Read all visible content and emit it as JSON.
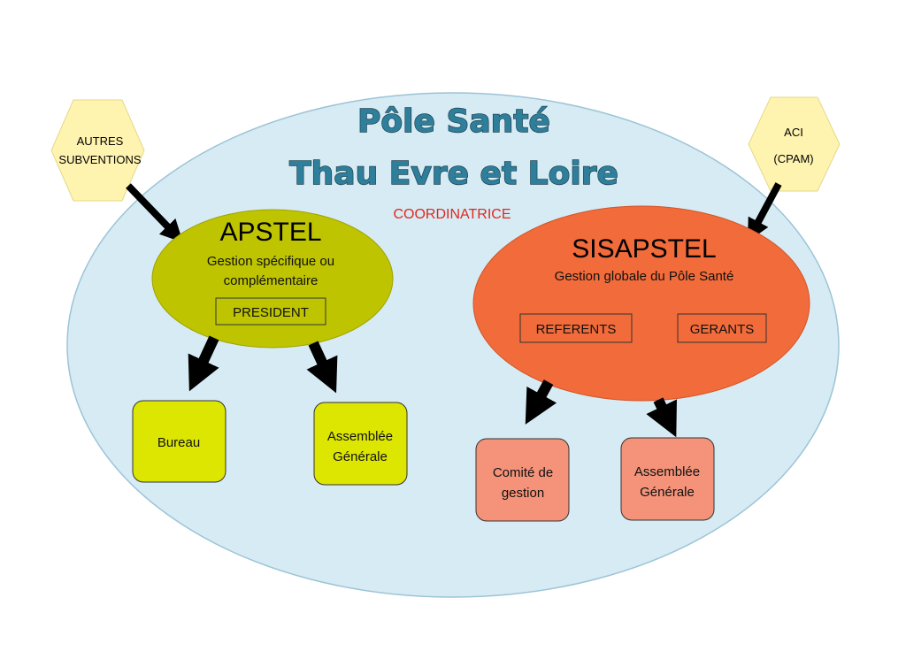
{
  "title": {
    "line1": "Pôle Santé",
    "line2": "Thau Evre et Loire"
  },
  "coordinator_label": "COORDINATRICE",
  "funding": {
    "left": {
      "line1": "AUTRES",
      "line2": "SUBVENTIONS"
    },
    "right": {
      "line1": "ACI",
      "line2": "(CPAM)"
    }
  },
  "apstel": {
    "name": "APSTEL",
    "description_line1": "Gestion spécifique ou",
    "description_line2": "complémentaire",
    "role": "PRESIDENT",
    "children": [
      {
        "line1": "Bureau",
        "line2": ""
      },
      {
        "line1": "Assemblée",
        "line2": "Générale"
      }
    ]
  },
  "sisapstel": {
    "name": "SISAPSTEL",
    "description": "Gestion globale du Pôle Santé",
    "roles": [
      "REFERENTS",
      "GERANTS"
    ],
    "children": [
      {
        "line1": "Comité de",
        "line2": "gestion"
      },
      {
        "line1": "Assemblée",
        "line2": "Générale"
      }
    ]
  },
  "colors": {
    "background_ellipse": "#d6ebf4",
    "background_ellipse_border": "#9cc4d6",
    "apstel": "#bfc400",
    "apstel_child": "#dce600",
    "sisapstel": "#f26b3a",
    "sisapstel_child": "#f4937a",
    "hexagon": "#fff3b0",
    "title": "#2e7f9b",
    "coordinator": "#e0281e",
    "arrow": "#000000"
  }
}
